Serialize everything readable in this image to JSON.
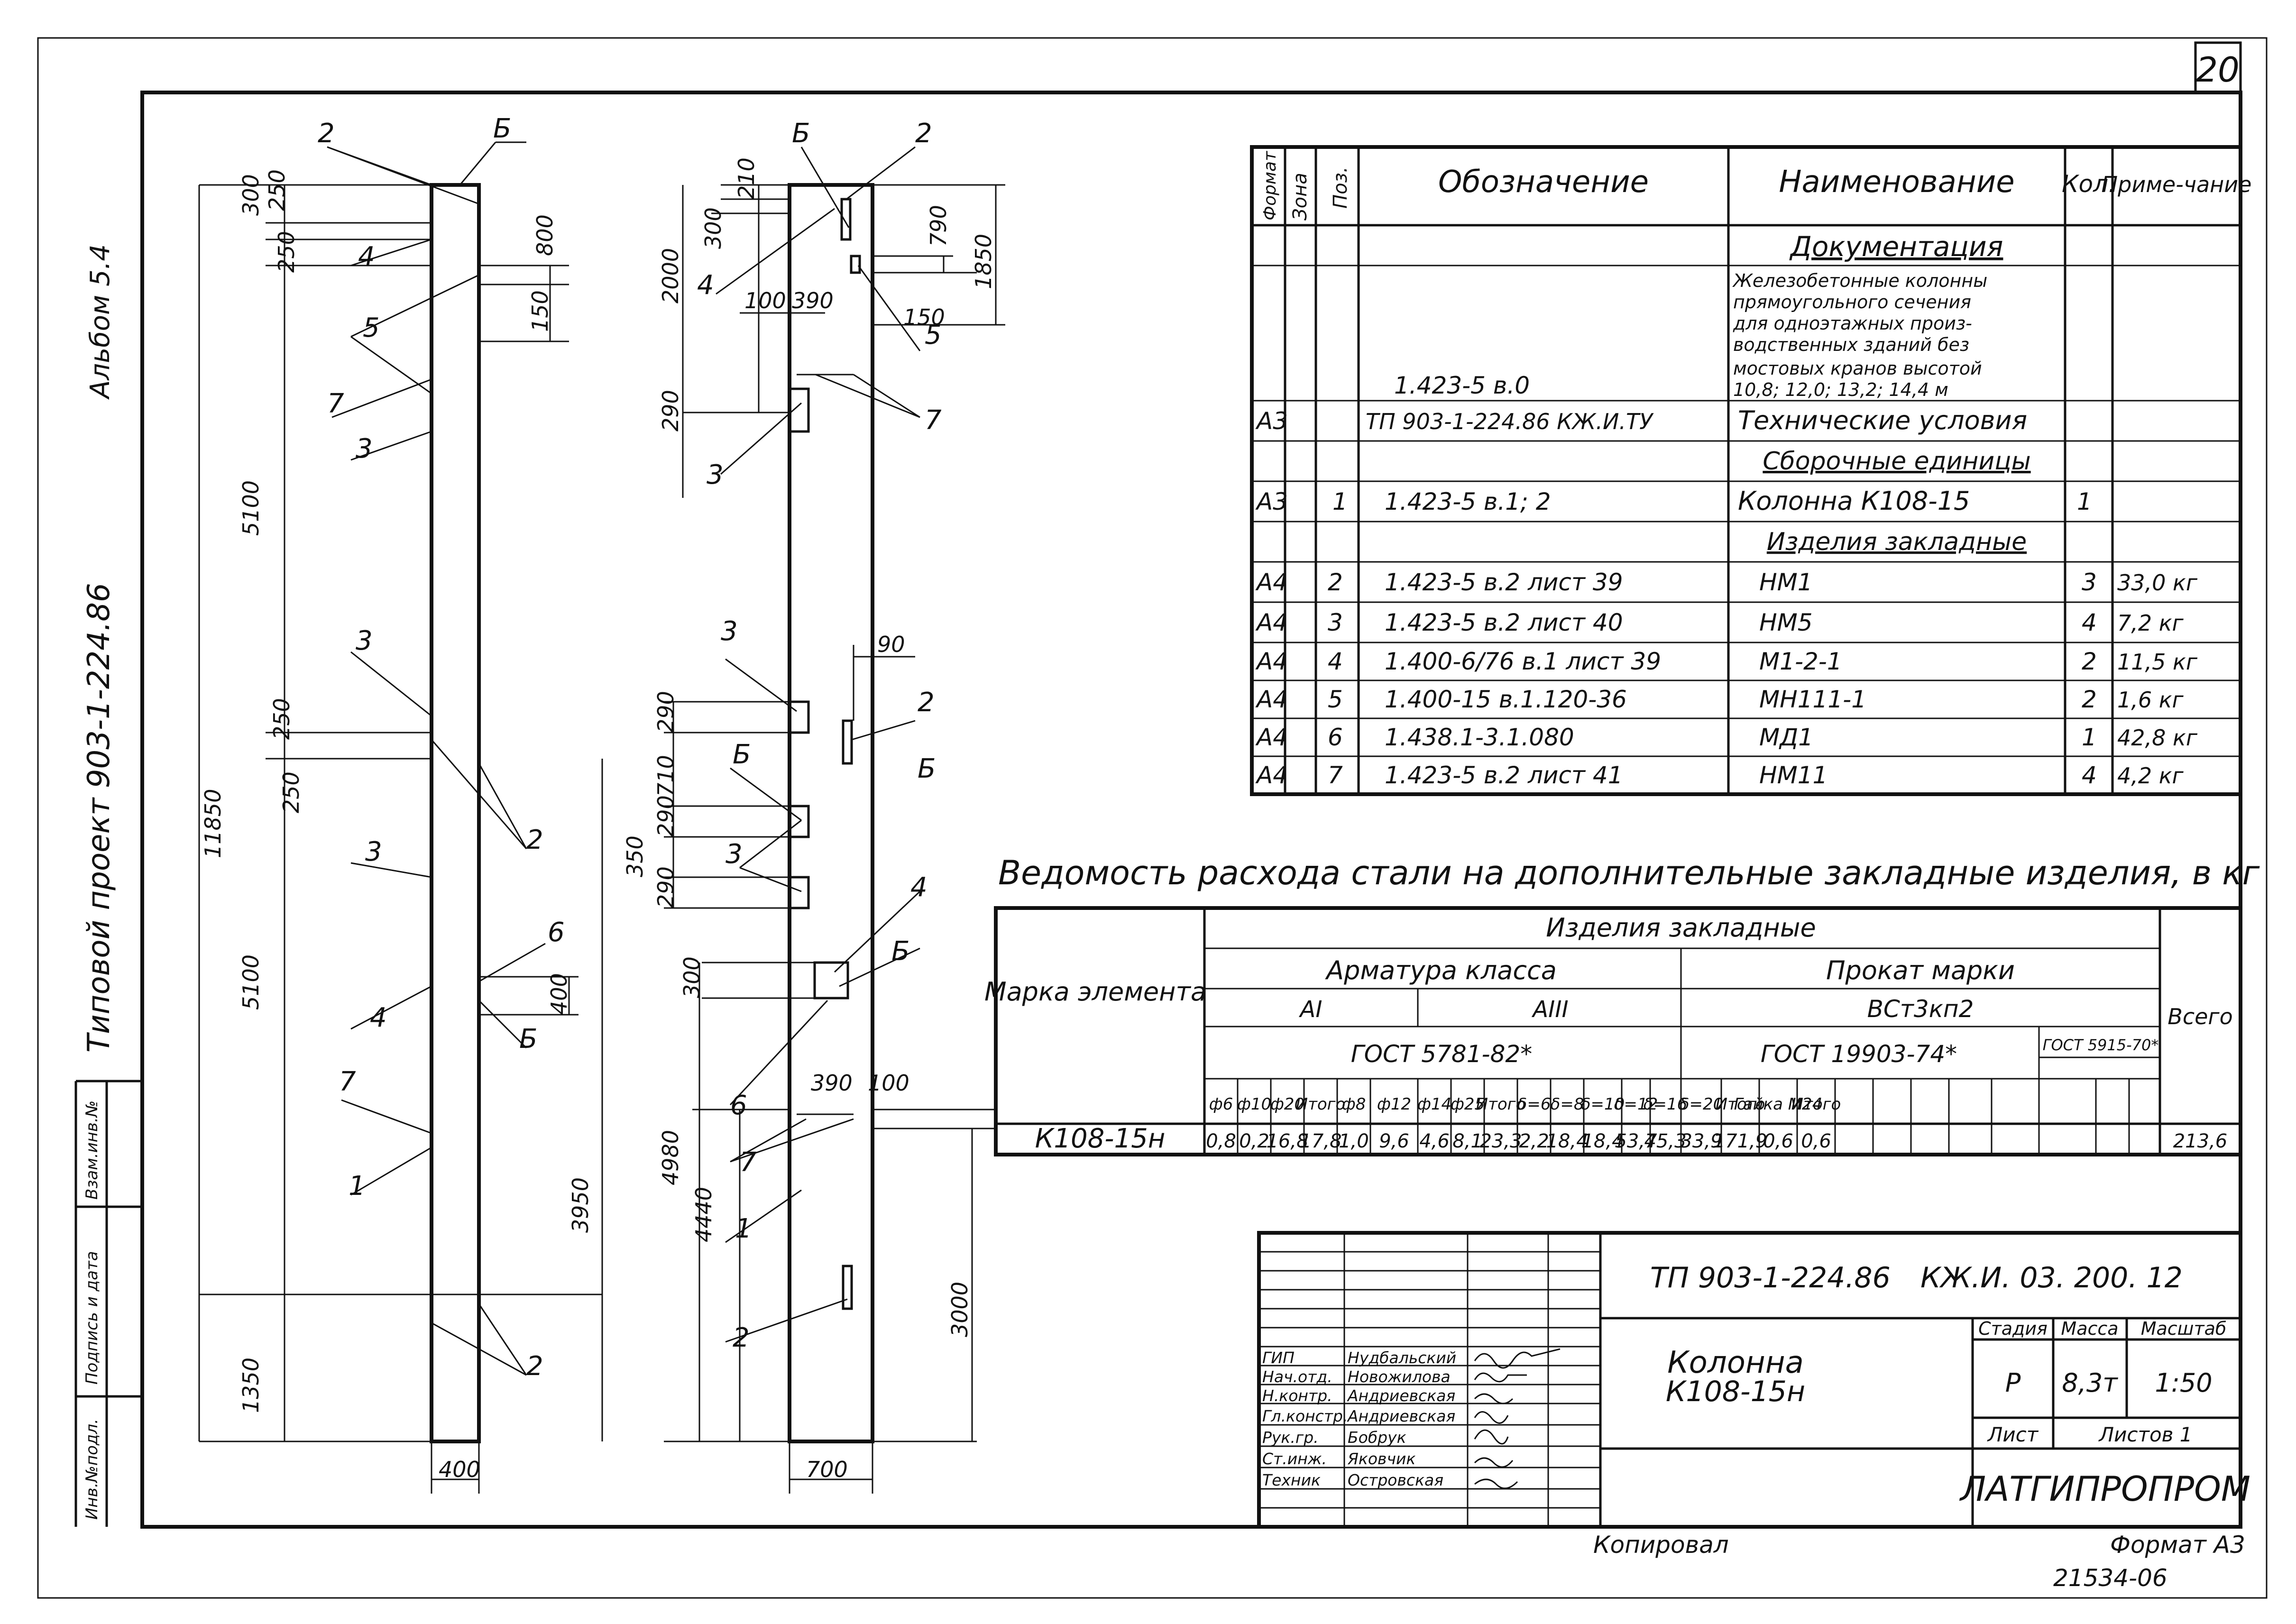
{
  "page_number": "20",
  "side_stamp": {
    "album": "Альбом 5.4",
    "project": "Типовой проект 903-1-224.86",
    "fields": [
      "Инв.№подл.",
      "Подпись и дата",
      "Взам.инв.№"
    ]
  },
  "drawings": {
    "left_dims": [
      "300",
      "250",
      "250",
      "800",
      "150",
      "5100",
      "11850",
      "250",
      "250",
      "5100",
      "400",
      "3950",
      "1350",
      "400"
    ],
    "left_labels": [
      "2",
      "Б",
      "4",
      "5",
      "7",
      "3",
      "3",
      "2",
      "3",
      "6",
      "4",
      "Б",
      "7",
      "1",
      "2"
    ],
    "right_dims": [
      "300",
      "210",
      "2000",
      "100",
      "390",
      "790",
      "150",
      "1850",
      "290",
      "90",
      "290",
      "710",
      "290",
      "350",
      "290",
      "300",
      "390",
      "100",
      "4980",
      "4440",
      "3000",
      "700"
    ],
    "right_labels": [
      "Б",
      "2",
      "4",
      "5",
      "7",
      "3",
      "3",
      "2",
      "Б",
      "Б",
      "3",
      "4",
      "Б",
      "6",
      "7",
      "1",
      "2"
    ]
  },
  "spec_table": {
    "headers": {
      "format": "Формат",
      "zone": "Зона",
      "pos": "Поз.",
      "designation": "Обозначение",
      "name": "Наименование",
      "qty": "Кол.",
      "note": "Приме-чание"
    },
    "sections": {
      "documentation": "Документация",
      "assembly_units": "Сборочные единицы",
      "embedded_items": "Изделия закладные"
    },
    "doc_rows": [
      {
        "format": "",
        "pos": "",
        "designation": "1.423-5 в.0",
        "name_lines": [
          "Железобетонные колонны",
          "прямоугольного сечения",
          "для одноэтажных произ-",
          "водственных зданий без",
          "мостовых кранов высотой",
          "10,8; 12,0; 13,2; 14,4 м"
        ],
        "qty": "",
        "note": ""
      },
      {
        "format": "А3",
        "pos": "",
        "designation": "ТП 903-1-224.86 КЖ.И.ТУ",
        "name": "Технические условия",
        "qty": "",
        "note": ""
      }
    ],
    "assembly_rows": [
      {
        "format": "А3",
        "pos": "1",
        "designation": "1.423-5 в.1; 2",
        "name": "Колонна К108-15",
        "qty": "1",
        "note": ""
      }
    ],
    "item_rows": [
      {
        "format": "А4",
        "pos": "2",
        "designation": "1.423-5 в.2 лист 39",
        "name": "НМ1",
        "qty": "3",
        "note": "33,0 кг"
      },
      {
        "format": "А4",
        "pos": "3",
        "designation": "1.423-5 в.2 лист 40",
        "name": "НМ5",
        "qty": "4",
        "note": "7,2 кг"
      },
      {
        "format": "А4",
        "pos": "4",
        "designation": "1.400-6/76 в.1 лист 39",
        "name": "М1-2-1",
        "qty": "2",
        "note": "11,5 кг"
      },
      {
        "format": "А4",
        "pos": "5",
        "designation": "1.400-15 в.1.120-36",
        "name": "МН111-1",
        "qty": "2",
        "note": "1,6 кг"
      },
      {
        "format": "А4",
        "pos": "6",
        "designation": "1.438.1-3.1.080",
        "name": "МД1",
        "qty": "1",
        "note": "42,8 кг"
      },
      {
        "format": "А4",
        "pos": "7",
        "designation": "1.423-5 в.2 лист 41",
        "name": "НМ11",
        "qty": "4",
        "note": "4,2 кг"
      }
    ]
  },
  "steel_table": {
    "title": "Ведомость расхода стали на дополнительные закладные изделия, в кг",
    "mark_header": "Марка элемента",
    "group_header": "Изделия закладные",
    "arm_header": "Арматура класса",
    "prokat_header": "Прокат марки",
    "class_ai": "АI",
    "class_aiii": "АIII",
    "prokat_grade": "ВСт3кп2",
    "gost_arm": "ГОСТ 5781-82*",
    "gost_prokat": "ГОСТ 19903-74*",
    "gost_nut": "ГОСТ 5915-70*",
    "total_header": "Всего",
    "columns": [
      "ф6",
      "ф10",
      "ф20",
      "Итого",
      "ф8",
      "ф12",
      "ф14",
      "ф25",
      "Итого",
      "δ=6",
      "δ=8",
      "δ=10",
      "δ=12",
      "δ=16",
      "δ=20",
      "Итого",
      "Гайка М24",
      "Итого"
    ],
    "row": {
      "mark": "К108-15н",
      "values": [
        "0,8",
        "0,2",
        "16,8",
        "17,8",
        "1,0",
        "9,6",
        "4,6",
        "8,1",
        "23,3",
        "2,2",
        "18,4",
        "18,4",
        "53,7",
        "45,3",
        "33,9",
        "171,9",
        "0,6",
        "0,6"
      ],
      "total": "213,6"
    }
  },
  "title_block": {
    "code1": "ТП 903-1-224.86",
    "code2": "КЖ.И. 03. 200. 12",
    "name_line1": "Колонна",
    "name_line2": "К108-15н",
    "stage_label": "Стадия",
    "mass_label": "Масса",
    "scale_label": "Масштаб",
    "stage": "Р",
    "mass": "8,3т",
    "scale": "1:50",
    "sheet_label": "Лист",
    "sheets_label": "Листов 1",
    "org": "ЛАТГИПРОПРОМ",
    "roles": [
      {
        "role": "ГИП",
        "name": "Нудбальский"
      },
      {
        "role": "Нач.отд.",
        "name": "Новожилова"
      },
      {
        "role": "Н.контр.",
        "name": "Андриевская"
      },
      {
        "role": "Гл.констр.",
        "name": "Андриевская"
      },
      {
        "role": "Рук.гр.",
        "name": "Бобрук"
      },
      {
        "role": "Ст.инж.",
        "name": "Яковчик"
      },
      {
        "role": "Техник",
        "name": "Островская"
      }
    ]
  },
  "footer": {
    "copied": "Копировал",
    "format": "Формат А3",
    "archive": "21534-06"
  }
}
